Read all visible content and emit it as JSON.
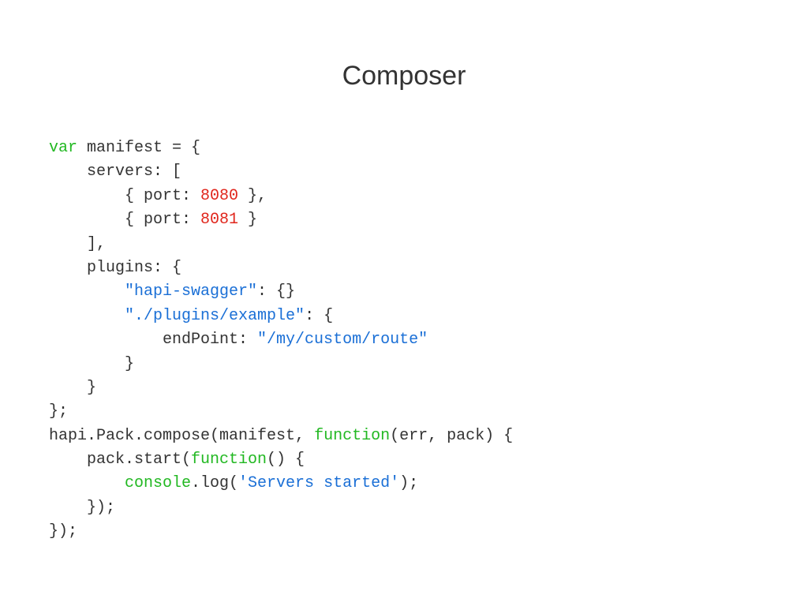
{
  "slide": {
    "title": "Composer"
  },
  "colors": {
    "text": "#333333",
    "keyword": "#22b822",
    "number": "#e0251b",
    "string": "#1a6fd6",
    "background": "#ffffff"
  },
  "code": {
    "lines": [
      [
        {
          "t": "var",
          "k": "keyword"
        },
        {
          "t": " manifest = {",
          "k": "plain"
        }
      ],
      [
        {
          "t": "    servers: [",
          "k": "plain"
        }
      ],
      [
        {
          "t": "        { port: ",
          "k": "plain"
        },
        {
          "t": "8080",
          "k": "number"
        },
        {
          "t": " },",
          "k": "plain"
        }
      ],
      [
        {
          "t": "        { port: ",
          "k": "plain"
        },
        {
          "t": "8081",
          "k": "number"
        },
        {
          "t": " }",
          "k": "plain"
        }
      ],
      [
        {
          "t": "    ],",
          "k": "plain"
        }
      ],
      [
        {
          "t": "    plugins: {",
          "k": "plain"
        }
      ],
      [
        {
          "t": "        ",
          "k": "plain"
        },
        {
          "t": "\"hapi-swagger\"",
          "k": "string"
        },
        {
          "t": ": {}",
          "k": "plain"
        }
      ],
      [
        {
          "t": "        ",
          "k": "plain"
        },
        {
          "t": "\"./plugins/example\"",
          "k": "string"
        },
        {
          "t": ": {",
          "k": "plain"
        }
      ],
      [
        {
          "t": "            endPoint: ",
          "k": "plain"
        },
        {
          "t": "\"/my/custom/route\"",
          "k": "string"
        }
      ],
      [
        {
          "t": "        }",
          "k": "plain"
        }
      ],
      [
        {
          "t": "    }",
          "k": "plain"
        }
      ],
      [
        {
          "t": "};",
          "k": "plain"
        }
      ],
      [
        {
          "t": "hapi.Pack.compose(manifest, ",
          "k": "plain"
        },
        {
          "t": "function",
          "k": "keyword"
        },
        {
          "t": "(err, pack) {",
          "k": "plain"
        }
      ],
      [
        {
          "t": "    pack.start(",
          "k": "plain"
        },
        {
          "t": "function",
          "k": "keyword"
        },
        {
          "t": "() {",
          "k": "plain"
        }
      ],
      [
        {
          "t": "        ",
          "k": "plain"
        },
        {
          "t": "console",
          "k": "keyword"
        },
        {
          "t": ".log(",
          "k": "plain"
        },
        {
          "t": "'Servers started'",
          "k": "string"
        },
        {
          "t": ");",
          "k": "plain"
        }
      ],
      [
        {
          "t": "    });",
          "k": "plain"
        }
      ],
      [
        {
          "t": "});",
          "k": "plain"
        }
      ]
    ]
  }
}
